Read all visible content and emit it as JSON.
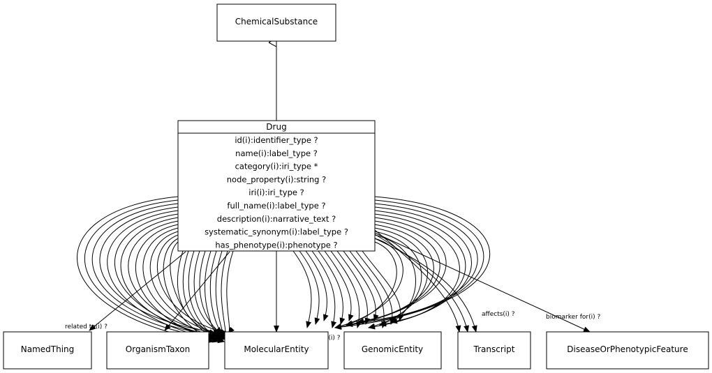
{
  "diagram": {
    "parent_class": "ChemicalSubstance",
    "class": {
      "name": "Drug",
      "attributes": [
        "id(i):identifier_type ?",
        "name(i):label_type ?",
        "category(i):iri_type *",
        "node_property(i):string ?",
        "iri(i):iri_type ?",
        "full_name(i):label_type ?",
        "description(i):narrative_text ?",
        "systematic_synonym(i):label_type ?",
        "has_phenotype(i):phenotype ?"
      ]
    },
    "targets": [
      "NamedThing",
      "OrganismTaxon",
      "MolecularEntity",
      "GenomicEntity",
      "Transcript",
      "DiseaseOrPhenotypicFeature"
    ],
    "edge_labels": {
      "named_thing": "related to(i) ?",
      "disease": "biomarker for(i) ?",
      "transcript": "affects(i) ?",
      "molecular": "affects(i) ?"
    }
  }
}
